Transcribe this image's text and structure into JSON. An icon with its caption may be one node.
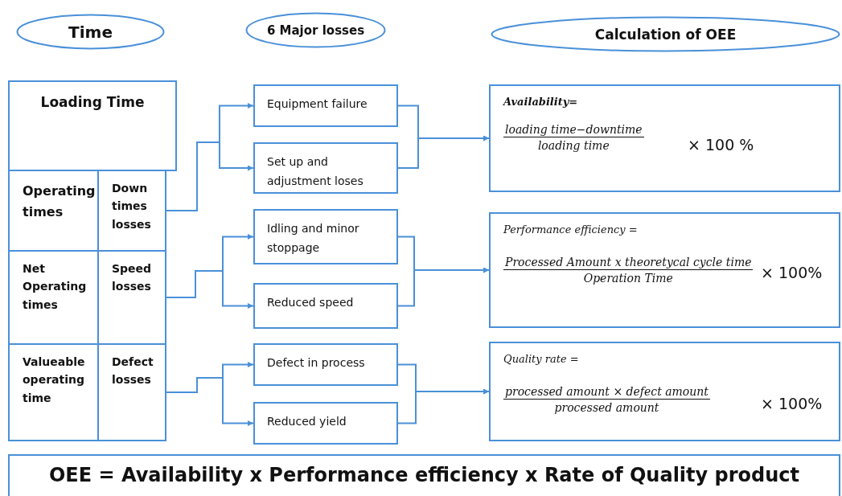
{
  "diagram": {
    "nodes": [
      {
        "text": [
          "Time"
        ]
      },
      {
        "text": [
          "6 Major losses"
        ]
      },
      {
        "text": [
          "Calculation of OEE"
        ]
      },
      {
        "text": [
          "Loading Time"
        ]
      },
      {
        "text": [
          "Operating times"
        ]
      },
      {
        "text": [
          "Down times losses"
        ]
      },
      {
        "text": [
          "Net Operating times"
        ]
      },
      {
        "text": [
          "Speed losses"
        ]
      },
      {
        "text": [
          "Valueable operating time"
        ]
      },
      {
        "text": [
          "Defect losses"
        ]
      },
      {
        "text": [
          "Equipment failure"
        ]
      },
      {
        "text": [
          "Set up and adjustment loses"
        ]
      },
      {
        "text": [
          "Idling and minor stoppage"
        ]
      },
      {
        "text": [
          "Reduced speed"
        ]
      },
      {
        "text": [
          "Defect in process"
        ]
      },
      {
        "text": [
          "Reduced yield"
        ]
      },
      {
        "text": [
          "Availability=",
          "loading time−downtime",
          "loading time",
          "× 100 %"
        ]
      },
      {
        "text": [
          "Performance efficiency =",
          "Processed Amount x theoretycal cycle time",
          "Operation Time",
          "× 100%"
        ]
      },
      {
        "text": [
          "Quality rate =",
          "processed amount × defect amount",
          "processed amount",
          "× 100%"
        ]
      },
      {
        "text": [
          "OEE = Availability x Performance efficiency x Rate of Quality product"
        ]
      }
    ],
    "edges": [
      {
        "from": 5,
        "to": 10,
        "arrow": "to"
      },
      {
        "from": 5,
        "to": 11,
        "arrow": "to"
      },
      {
        "from": 7,
        "to": 12,
        "arrow": "to"
      },
      {
        "from": 7,
        "to": 13,
        "arrow": "to"
      },
      {
        "from": 9,
        "to": 14,
        "arrow": "to"
      },
      {
        "from": 9,
        "to": 15,
        "arrow": "to"
      },
      {
        "from": 10,
        "to": 16,
        "arrow": "to"
      },
      {
        "from": 11,
        "to": 16,
        "arrow": "to"
      },
      {
        "from": 12,
        "to": 17,
        "arrow": "to"
      },
      {
        "from": 13,
        "to": 17,
        "arrow": "to"
      },
      {
        "from": 14,
        "to": 18,
        "arrow": "to"
      },
      {
        "from": 15,
        "to": 18,
        "arrow": "to"
      }
    ]
  }
}
